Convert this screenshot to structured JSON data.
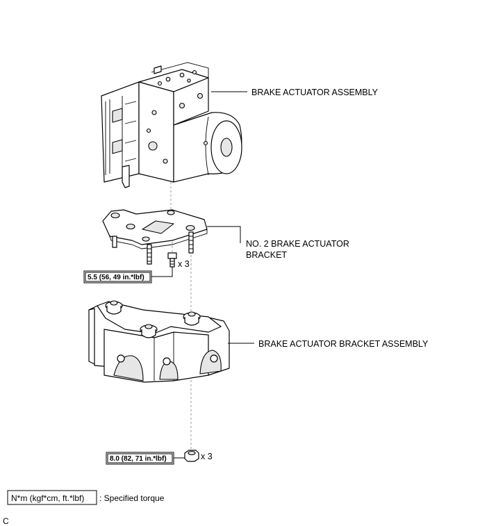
{
  "parts": {
    "brake_actuator_assembly": "BRAKE ACTUATOR ASSEMBLY",
    "no2_bracket_line1": "NO. 2 BRAKE ACTUATOR",
    "no2_bracket_line2": "BRACKET",
    "bracket_assembly": "BRAKE ACTUATOR BRACKET ASSEMBLY"
  },
  "fasteners": {
    "bolt_torque": "5.5 (56, 49 in.*lbf)",
    "bolt_qty": "x 3",
    "nut_torque": "8.0 (82, 71 in.*lbf)",
    "nut_qty": "x 3"
  },
  "legend": {
    "unit_box": "N*m (kgf*cm, ft.*lbf)",
    "description": ": Specified torque"
  },
  "figure_code": "C"
}
